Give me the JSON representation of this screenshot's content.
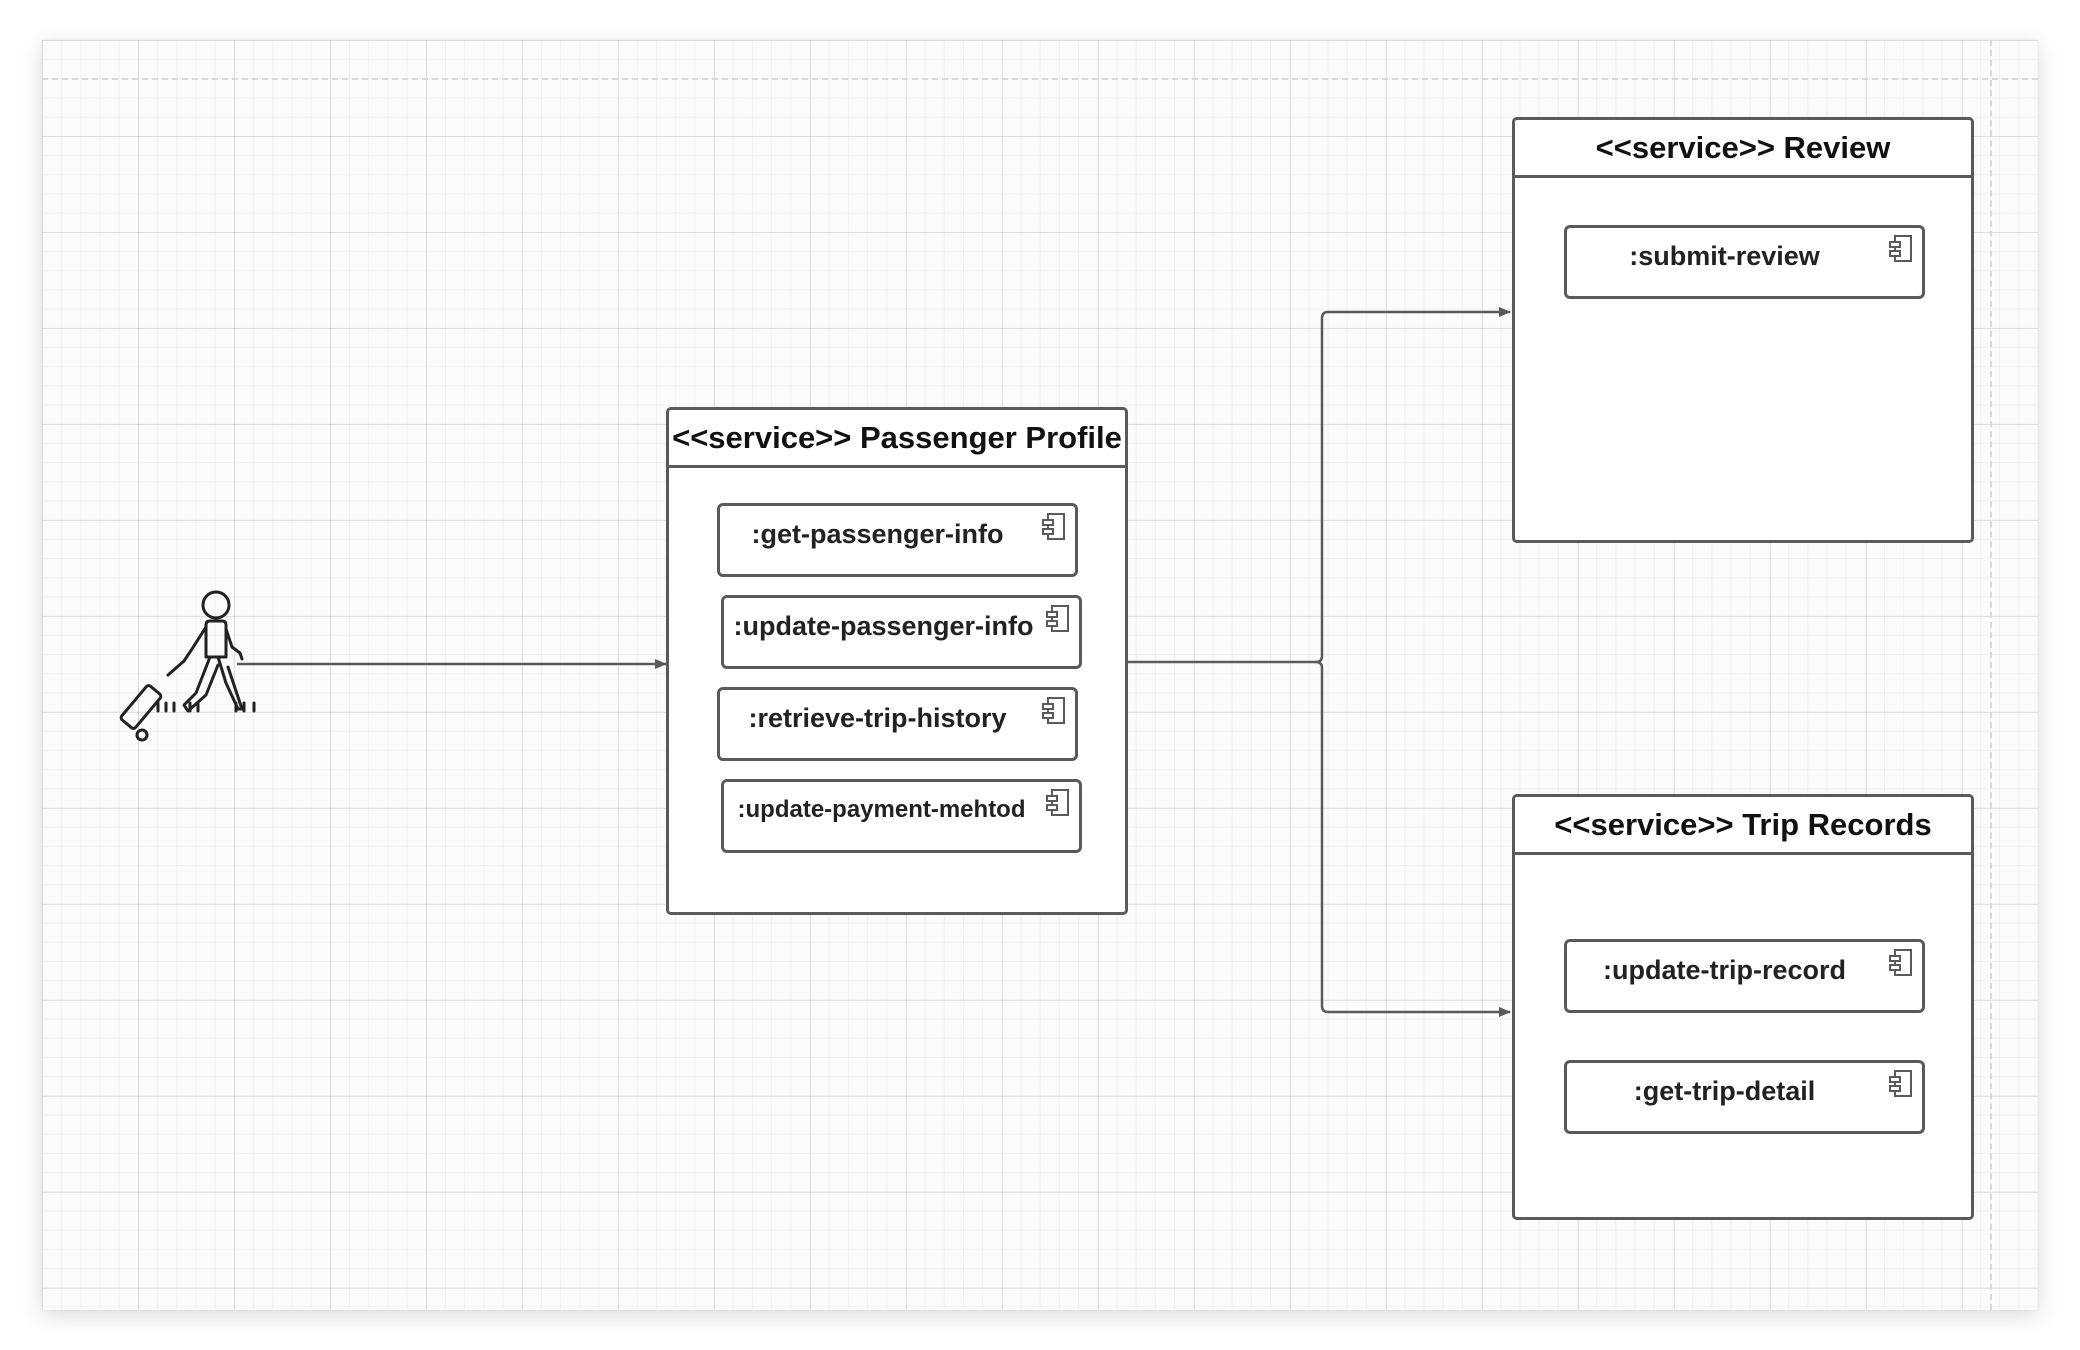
{
  "diagram": {
    "actor": {
      "icon": "traveler-with-luggage-icon"
    },
    "services": [
      {
        "title": "<<service>> Passenger Profile",
        "components": [
          {
            "label": ":get-passenger-info",
            "icon": "component-icon"
          },
          {
            "label": ":update-passenger-info",
            "icon": "component-icon"
          },
          {
            "label": ":retrieve-trip-history",
            "icon": "component-icon"
          },
          {
            "label": ":update-payment-mehtod",
            "icon": "component-icon"
          }
        ]
      },
      {
        "title": "<<service>> Review",
        "components": [
          {
            "label": ":submit-review",
            "icon": "component-icon"
          }
        ]
      },
      {
        "title": "<<service>> Trip Records",
        "components": [
          {
            "label": ":update-trip-record",
            "icon": "component-icon"
          },
          {
            "label": ":get-trip-detail",
            "icon": "component-icon"
          }
        ]
      }
    ],
    "connections": [
      {
        "from": "actor",
        "to": "<<service>> Passenger Profile"
      },
      {
        "from": "<<service>> Passenger Profile",
        "to": "<<service>> Review"
      },
      {
        "from": "<<service>> Passenger Profile",
        "to": "<<service>> Trip Records"
      }
    ],
    "colors": {
      "stroke": "#5a5a5a",
      "text": "#111111",
      "canvas": "#fbfbfb"
    }
  }
}
